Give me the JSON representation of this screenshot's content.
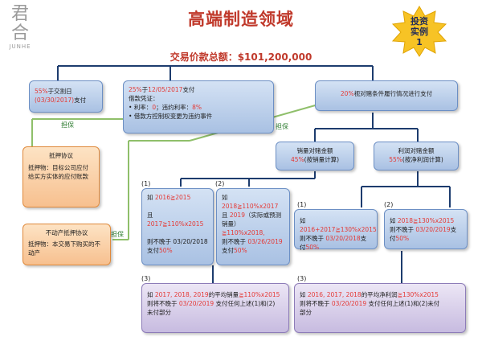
{
  "logo": {
    "mark": "君合",
    "name": "JUNHE"
  },
  "title": "高端制造领域",
  "badge": {
    "line1": "投资",
    "line2": "实例",
    "line3": "1"
  },
  "total_price": "交易价款总额：$101,200,000",
  "box_a": {
    "pct": "55%",
    "text1": "于交割日",
    "date": "(03/30/2017)",
    "text2": "支付"
  },
  "box_b": {
    "pct": "25%",
    "text1": "于",
    "date": "12/05/2017",
    "text2": "支付",
    "line2": "借款凭证：",
    "item1_a": "•  利率：",
    "item1_b": "0",
    "item1_c": "；违约利率：",
    "item1_d": "8%",
    "item2": "•  借款方控制权变更为违约事件"
  },
  "box_c": {
    "pct": "20%",
    "text": "视对赌条件履行情况进行支付"
  },
  "guarantee_label_1": "担保",
  "guarantee_label_2": "担保",
  "guarantee_label_3": "担保",
  "pledge_box": {
    "title": "抵押协议",
    "body": "抵押物：目标公司应付给买方实体的应付账款"
  },
  "realestate_box": {
    "title": "不动产抵押协议",
    "body": "抵押物：本交易下购买的不动产"
  },
  "sales_box": {
    "title": "销量对赌金额",
    "pct": "45%",
    "sub": "(按销量计算)"
  },
  "profit_box": {
    "title": "利润对赌金额",
    "pct": "55%",
    "sub": "(按净利润计算)"
  },
  "markers": {
    "m1a": "(1)",
    "m2a": "(2)",
    "m1b": "(1)",
    "m2b": "(2)",
    "m3a": "(3)",
    "m3b": "(3)"
  },
  "sales_1": {
    "l1_a": "如",
    "l1_b": "2016≧2015",
    "l2_a": "且",
    "l2_b": "2017≧110%x2015",
    "l3": "则不晚于 03/20/2018",
    "l4_a": "支付",
    "l4_b": "50%"
  },
  "sales_2": {
    "l1_a": "如",
    "l1_b": "2018≧110%x2017",
    "l2_a": "且",
    "l2_b": "2019",
    "l2_c": "（实际或预测销量）",
    "l3": "≧110%x2018,",
    "l4_a": "则不晚于",
    "l4_b": "03/26/2019",
    "l5_a": "支付",
    "l5_b": "50%"
  },
  "profit_1": {
    "l1_a": "如",
    "l1_b": "2016+2017≧130%x2015",
    "l2_a": "则不晚于",
    "l2_b": "03/20/2018",
    "l2_c": "支付",
    "l2_d": "50%"
  },
  "profit_2": {
    "l1_a": "如",
    "l1_b": "2018≧130%x2015",
    "l2_a": "则不晚于",
    "l2_b": "03/20/2019",
    "l2_c": "支付",
    "l2_d": "50%"
  },
  "sales_3": {
    "l1_a": "如",
    "l1_b": "2017, 2018, 2019",
    "l1_c": "的平均销量",
    "l1_d": "≧110%x2015",
    "l2_a": "则将不晚于",
    "l2_b": "03/20/2019",
    "l2_c": "支付任何上述(1)和(2)",
    "l3": "未付部分"
  },
  "profit_3": {
    "l1_a": "如",
    "l1_b": "2016, 2017, 2018",
    "l1_c": "的平均净利润",
    "l1_d": "≧130%x2015",
    "l2_a": "则将不晚于",
    "l2_b": "03/20/2019",
    "l2_c": "支付任何上述(1)和(2)未付",
    "l3": "部分"
  }
}
